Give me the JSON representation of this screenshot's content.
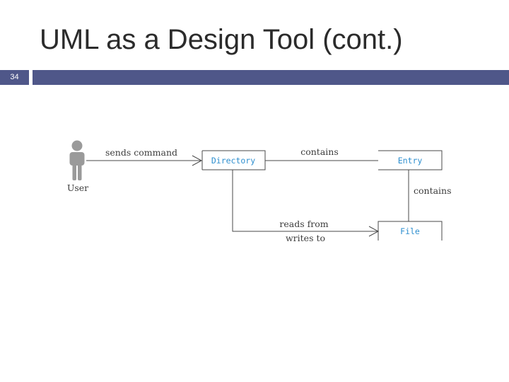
{
  "slide": {
    "title": "UML as a Design Tool (cont.)",
    "page_number": "34"
  },
  "diagram": {
    "actor": {
      "label": "User"
    },
    "classes": {
      "directory": "Directory",
      "entry": "Entry",
      "file": "File"
    },
    "relations": {
      "sends_command": "sends command",
      "contains_top": "contains",
      "contains_side": "contains",
      "reads_from": "reads from",
      "writes_to": "writes to"
    },
    "colors": {
      "accent_bar": "#4f5789",
      "class_name": "#2e8fcf",
      "line": "#4a4a4a",
      "actor_fill": "#9a9a9a"
    }
  }
}
